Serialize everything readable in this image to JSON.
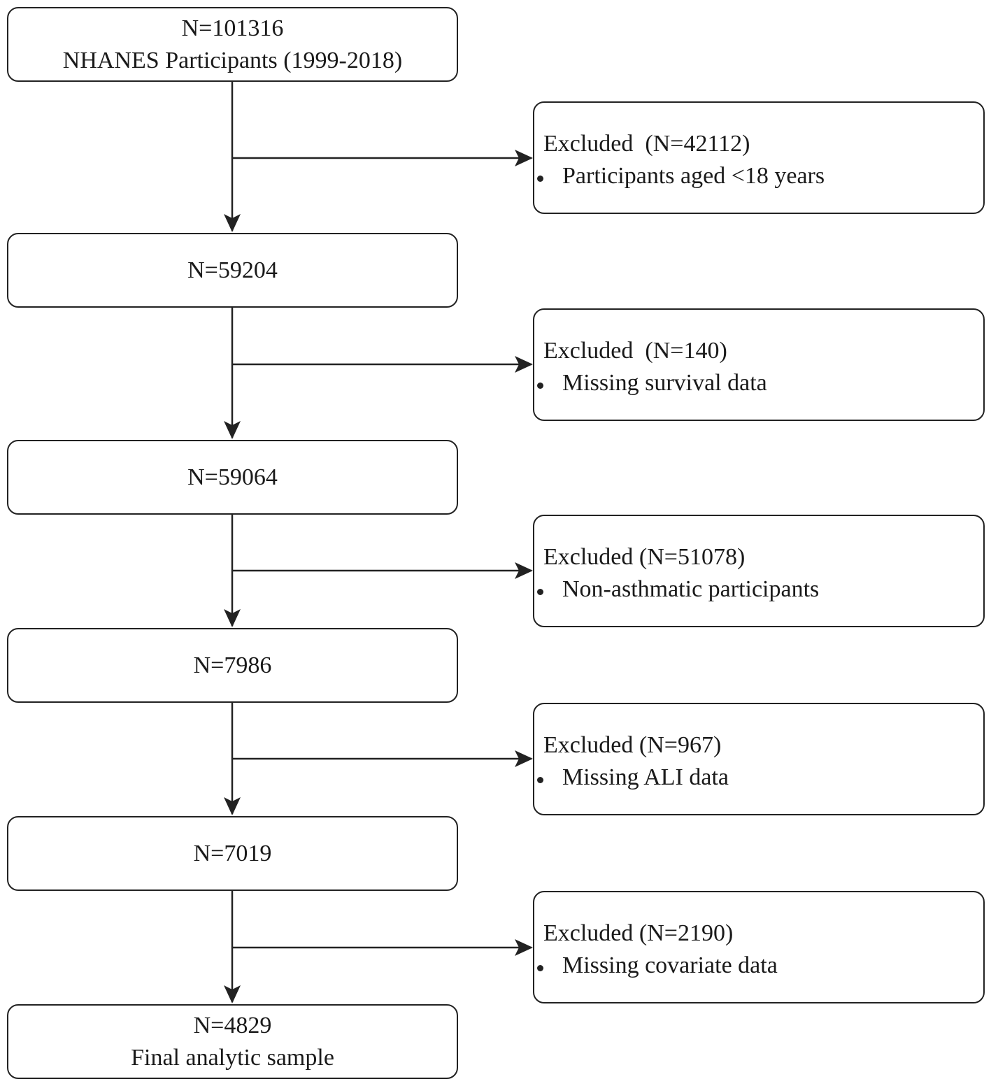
{
  "flow": {
    "steps": [
      {
        "count": "N=101316",
        "label": "NHANES Participants (1999-2018)"
      },
      {
        "count": "N=59204",
        "label": ""
      },
      {
        "count": "N=59064",
        "label": ""
      },
      {
        "count": "N=7986",
        "label": ""
      },
      {
        "count": "N=7019",
        "label": ""
      },
      {
        "count": "N=4829",
        "label": "Final analytic sample"
      }
    ],
    "exclusions": [
      {
        "title": "Excluded  (N=42112)",
        "reason": "Participants aged <18 years"
      },
      {
        "title": "Excluded  (N=140)",
        "reason": "Missing survival data"
      },
      {
        "title": "Excluded (N=51078)",
        "reason": "Non-asthmatic participants"
      },
      {
        "title": "Excluded (N=967)",
        "reason": "Missing ALI data"
      },
      {
        "title": "Excluded (N=2190)",
        "reason": "Missing covariate data"
      }
    ]
  }
}
